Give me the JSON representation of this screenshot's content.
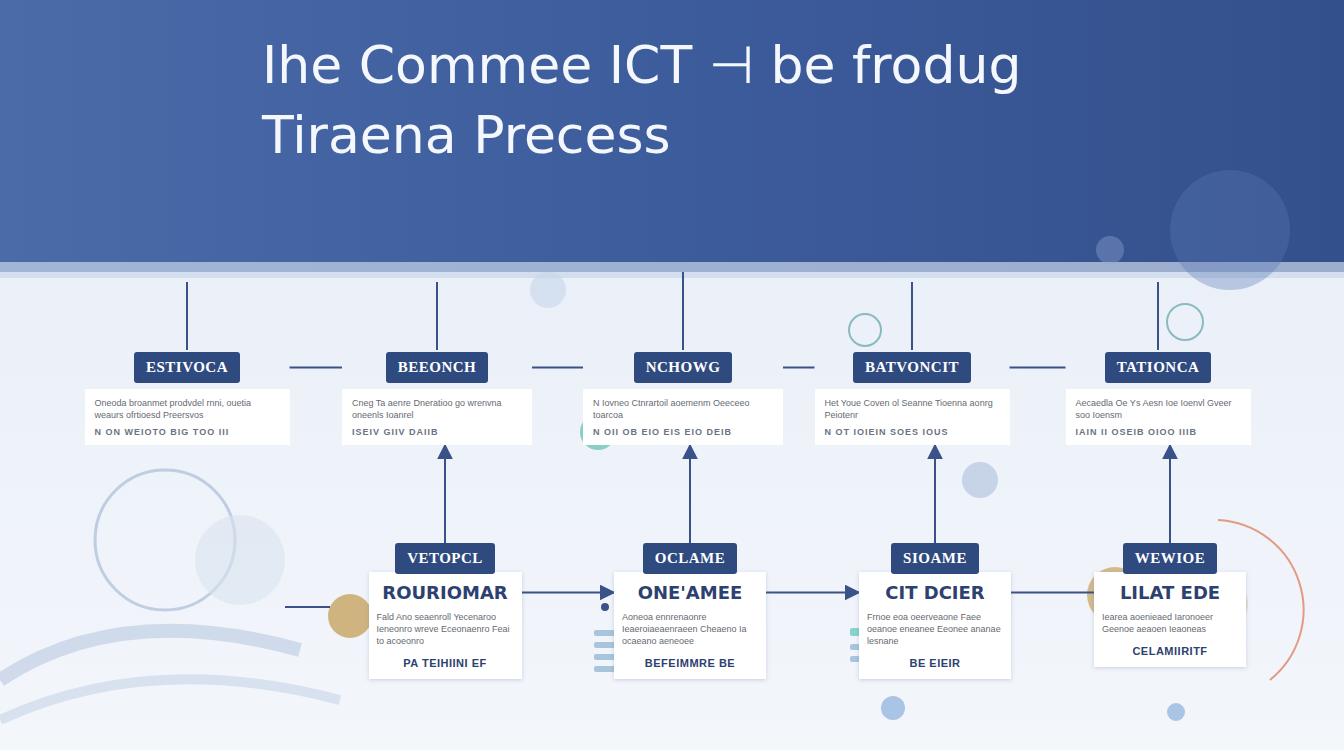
{
  "diagram": {
    "title": "Ihe Commee ICT ⊣ be frodug Tiraena Precess",
    "nodes": [
      {
        "text": [
          "ESTIVOCA",
          "Oneoda broanmet prodvdel rnni, ouetia weaurs ofrtioesd Preersvos",
          "N ON WEIOTO BIG TOO III"
        ]
      },
      {
        "text": [
          "BEEONCH",
          "Cneg Ta aenre Dneratioo go wrenvna oneenls Ioanrel",
          "ISEIV GIIV DAIIB"
        ]
      },
      {
        "text": [
          "NCHOWG",
          "N Iovneo Ctnrartoil aoemenm Oeeceeo toarcoa",
          "N OII OB EIO EIS EIO DEIB"
        ]
      },
      {
        "text": [
          "BATVONCIT",
          "Het Youe Coven ol Seanne Tioenna aonrg Peiotenr",
          "N OT IOIEIN SOES IOUS"
        ]
      },
      {
        "text": [
          "TATIONCA",
          "Aecaedla Oe Ys Aesn Ioe Ioenvl Gveer soo Ioensm",
          "IAIN II OSEIB OIOO IIIB"
        ]
      },
      {
        "text": [
          "VETOPCL",
          "ROURIOMAR",
          "Fald Ano seaenroll Yecenaroo Ieneonro wreve Eceonaenro Feai to acoeonro",
          "PA TEIHIINI EF"
        ]
      },
      {
        "text": [
          "OCLAME",
          "ONE'AMEE",
          "Aoneoa ennrenaonre Ieaeroiaeaenraeen Cheaeno Ia ocaeano aeneoee",
          "BEFEIMMRE BE"
        ]
      },
      {
        "text": [
          "SIOAME",
          "CIT DCIER",
          "Frnoe eoa oeerveaone Faee oeanoe eneanee Eeonee ananae lesnane",
          "BE EIEIR"
        ]
      },
      {
        "text": [
          "WEWIOE",
          "LILAT EDE",
          "Iearea aoenieaed Iaronoeer Geenoe aeaoen Ieaoneas",
          "CELAMIIRITF"
        ]
      }
    ],
    "edges": [
      {
        "from": 0,
        "to": 1,
        "arrow": "none"
      },
      {
        "from": 1,
        "to": 2,
        "arrow": "none"
      },
      {
        "from": 2,
        "to": 3,
        "arrow": "none"
      },
      {
        "from": 3,
        "to": 4,
        "arrow": "none"
      },
      {
        "from": 5,
        "to": 1,
        "arrow": "to"
      },
      {
        "from": 6,
        "to": 2,
        "arrow": "to"
      },
      {
        "from": 7,
        "to": 3,
        "arrow": "to"
      },
      {
        "from": 8,
        "to": 4,
        "arrow": "to"
      },
      {
        "from": 5,
        "to": 6,
        "arrow": "to"
      },
      {
        "from": 6,
        "to": 7,
        "arrow": "to"
      },
      {
        "from": 7,
        "to": 8,
        "arrow": "none"
      }
    ]
  }
}
